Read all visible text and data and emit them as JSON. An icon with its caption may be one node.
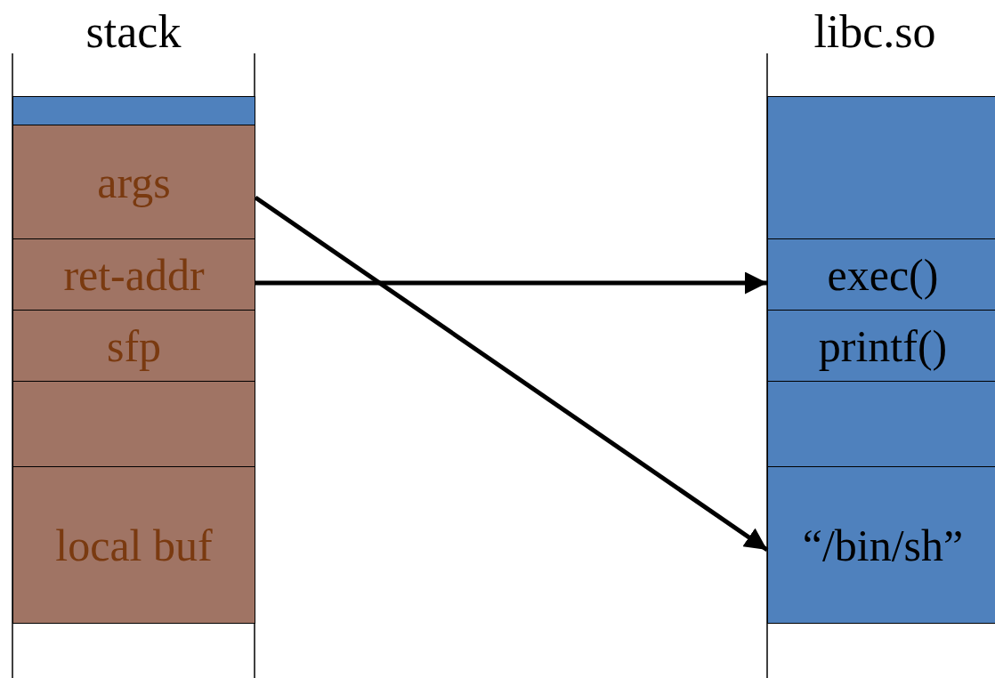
{
  "diagram": {
    "nodes": [
      {
        "text": [],
        "shape": "box"
      },
      {
        "text": [
          "args"
        ]
      },
      {
        "text": [
          "ret-addr"
        ]
      },
      {
        "text": [
          "sfp"
        ]
      },
      {
        "text": [],
        "shape": "box"
      },
      {
        "text": [
          "local buf"
        ]
      },
      {
        "text": [],
        "shape": "box"
      },
      {
        "text": [
          "exec()"
        ]
      },
      {
        "text": [
          "printf()"
        ]
      },
      {
        "text": [],
        "shape": "box"
      },
      {
        "text": [
          "“/bin/sh”"
        ]
      }
    ],
    "edges": [
      {
        "from": 1,
        "to": 10,
        "arrow": "to"
      },
      {
        "from": 2,
        "to": 7,
        "arrow": "to"
      }
    ],
    "labels": [
      "stack",
      "libc.so"
    ]
  }
}
